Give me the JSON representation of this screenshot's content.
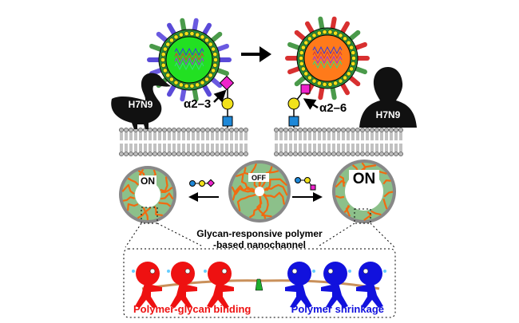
{
  "top": {
    "left_host_label": "H7N9",
    "right_host_label": "H7N9",
    "left_linkage": "α2–3",
    "right_linkage": "α2–6"
  },
  "channels": {
    "left_state": "ON",
    "center_state": "OFF",
    "right_state": "ON",
    "caption_line1": "Glycan-responsive polymer",
    "caption_line2": "-based nanochannel"
  },
  "bottom": {
    "left_label": "Polymer-glycan binding",
    "right_label": "Polymer shrinkage"
  },
  "colors": {
    "green_core": "#22e022",
    "orange_core": "#ff7a1a",
    "red_team": "#ee1111",
    "blue_team": "#1111dd",
    "magenta": "#ee22cc",
    "yellow": "#f2e21a",
    "blue_sugar": "#1e88d8",
    "polymer": "#f26a10",
    "channel_bg": "#8cc08a"
  }
}
